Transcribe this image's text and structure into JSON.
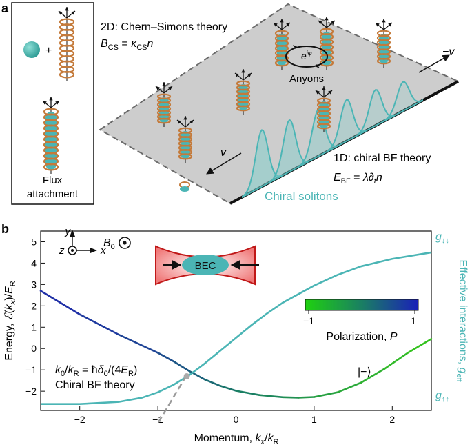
{
  "panel_a": {
    "letter": "a",
    "flux_box": {
      "label_line1": "Flux",
      "label_line2": "attachment",
      "plus": "+"
    },
    "cs": {
      "title": "2D: Chern–Simons theory",
      "formula": "B_CS = κ_CS n"
    },
    "anyons": {
      "label": "Anyons",
      "phase": "e^{iφ}"
    },
    "bf": {
      "title": "1D: chiral BF theory",
      "formula": "E_BF = λ∂_t n"
    },
    "solitons_label": "Chiral solitons",
    "velocity_left": "v",
    "velocity_right": "−v"
  },
  "panel_b": {
    "letter": "b",
    "ylabel": "Energy, ℰ(k_x)/E_R",
    "xlabel": "Momentum, k_x/k_R",
    "right_label": "Effective interactions, g_eff",
    "right_ticks": [
      "g↓↓",
      "g↑↑"
    ],
    "b0_label": "B_0",
    "axes_labels": {
      "y": "y",
      "z": "z",
      "x": "x"
    },
    "bec_label": "BEC",
    "colorbar": {
      "label": "Polarization, P",
      "min_label": "−1",
      "max_label": "1"
    },
    "annot_formula": "k_0/k_R = ħδ_0/(4E_R)",
    "annot_text": "Chiral BF theory",
    "branch_label": "|−⟩"
  },
  "colors": {
    "teal": "#4bb5b5",
    "blue": "#1f2fa6",
    "green": "#34c21f",
    "coil": "#c47a3a",
    "plane": "#cfcfcf"
  },
  "chart_data": {
    "type": "line",
    "xlim": [
      -2.5,
      2.5
    ],
    "ylim": [
      -2.9,
      5.5
    ],
    "xticks": [
      -2,
      -1,
      0,
      1,
      2
    ],
    "yticks": [
      -2,
      -1,
      0,
      1,
      2,
      3,
      4,
      5
    ],
    "series": [
      {
        "name": "|−⟩",
        "x": [
          -2.5,
          -2.0,
          -1.5,
          -1.0,
          -0.8,
          -0.6,
          -0.4,
          -0.2,
          0.0,
          0.3,
          0.6,
          0.8,
          1.0,
          1.3,
          1.6,
          1.9,
          2.2,
          2.5
        ],
        "y": [
          2.7,
          1.6,
          0.65,
          -0.2,
          -0.6,
          -1.05,
          -1.45,
          -1.75,
          -1.98,
          -2.18,
          -2.28,
          -2.3,
          -2.27,
          -2.05,
          -1.6,
          -0.95,
          -0.2,
          0.45
        ]
      },
      {
        "name": "g_eff",
        "x": [
          -2.5,
          -2.0,
          -1.5,
          -1.2,
          -1.0,
          -0.8,
          -0.6,
          -0.4,
          -0.2,
          0.0,
          0.2,
          0.4,
          0.6,
          0.8,
          1.0,
          1.3,
          1.6,
          2.0,
          2.5
        ],
        "y": [
          -2.6,
          -2.6,
          -2.5,
          -2.3,
          -2.05,
          -1.7,
          -1.25,
          -0.7,
          -0.1,
          0.5,
          1.1,
          1.65,
          2.15,
          2.55,
          2.95,
          3.45,
          3.85,
          4.2,
          4.5
        ]
      }
    ],
    "marker": {
      "x": -0.63,
      "y": -1.3
    }
  }
}
